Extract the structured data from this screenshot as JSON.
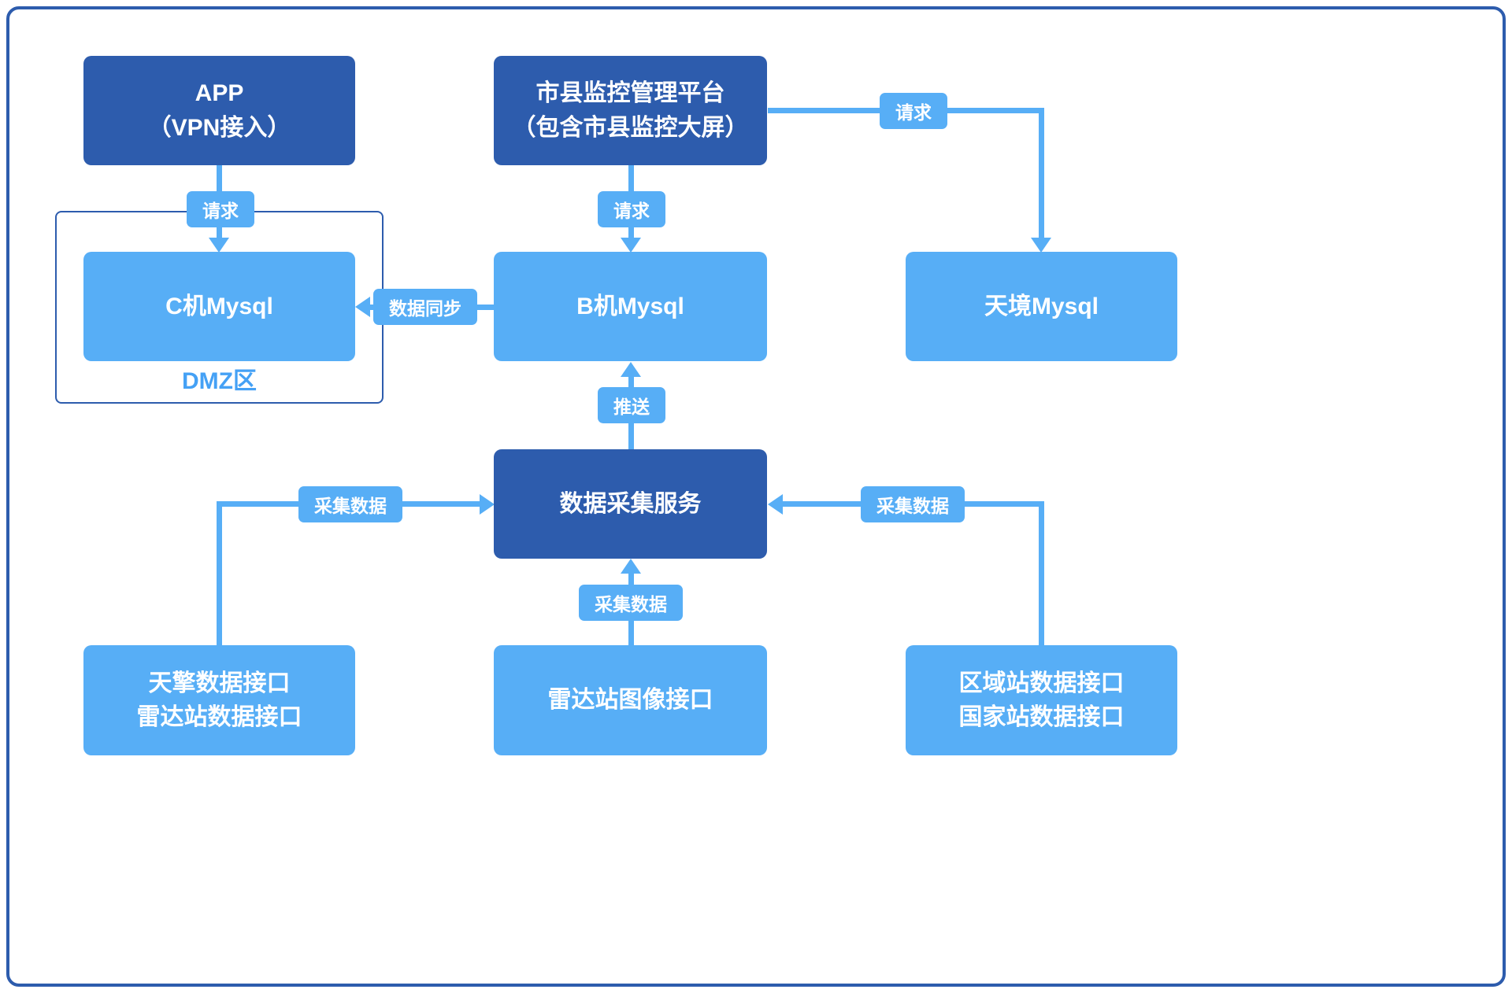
{
  "colors": {
    "dark_blue": "#2d5cad",
    "light_blue": "#57aef6",
    "dmz_label": "#45a1f5",
    "canvas_border": "#2d5cad",
    "text_on_box": "#ffffff"
  },
  "nodes": {
    "app": {
      "line1": "APP",
      "line2": "（VPN接入）"
    },
    "platform": {
      "line1": "市县监控管理平台",
      "line2": "（包含市县监控大屏）"
    },
    "c_mysql": {
      "label": "C机Mysql"
    },
    "b_mysql": {
      "label": "B机Mysql"
    },
    "tianjing_mysql": {
      "label": "天境Mysql"
    },
    "dmz": {
      "label": "DMZ区"
    },
    "data_collect_service": {
      "label": "数据采集服务"
    },
    "tianqing_interface": {
      "line1": "天擎数据接口",
      "line2": "雷达站数据接口"
    },
    "radar_image_interface": {
      "label": "雷达站图像接口"
    },
    "station_interface": {
      "line1": "区域站数据接口",
      "line2": "国家站数据接口"
    }
  },
  "edges": {
    "app_to_c_mysql": {
      "label": "请求"
    },
    "platform_to_b_mysql": {
      "label": "请求"
    },
    "platform_to_tianjing": {
      "label": "请求"
    },
    "b_to_c_sync": {
      "label": "数据同步"
    },
    "collect_to_b_push": {
      "label": "推送"
    },
    "tianqing_to_collect": {
      "label": "采集数据"
    },
    "radar_to_collect": {
      "label": "采集数据"
    },
    "station_to_collect": {
      "label": "采集数据"
    }
  }
}
